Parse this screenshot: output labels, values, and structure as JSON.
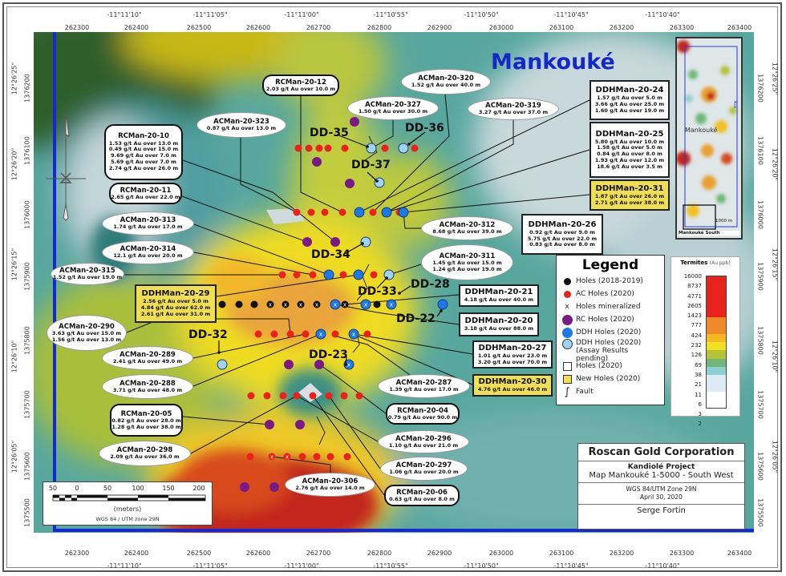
{
  "map_title": "Mankouké",
  "axes": {
    "top_dms": [
      "-11°11'10\"",
      "-11°11'05\"",
      "-11°11'00\"",
      "-11°10'55\"",
      "-11°10'50\"",
      "-11°10'45\"",
      "-11°10'40\""
    ],
    "easting": [
      "262300",
      "262400",
      "262500",
      "262600",
      "262700",
      "262800",
      "262900",
      "263000",
      "263100",
      "263200",
      "263300",
      "263400"
    ],
    "northing": [
      "1376200",
      "1376100",
      "1376000",
      "1375900",
      "1375800",
      "1375700",
      "1375600",
      "1375500"
    ],
    "lat_dms": [
      "12°26'25\"",
      "12°26'20\"",
      "12°26'15\"",
      "12°26'10\"",
      "12°26'05\""
    ]
  },
  "callouts": [
    {
      "title": "RCMan-20-12",
      "lines": [
        "2.03 g/t Au over 10.0 m"
      ],
      "style": "rounded"
    },
    {
      "title": "ACMan-20-320",
      "lines": [
        "1.52 g/t Au over 40.0 m"
      ],
      "style": "ellipse"
    },
    {
      "title": "ACMan-20-327",
      "lines": [
        "1.50 g/t Au over 30.0 m"
      ],
      "style": "ellipse"
    },
    {
      "title": "ACMan-20-319",
      "lines": [
        "3.27 g/t Au over 37.0 m"
      ],
      "style": "ellipse"
    },
    {
      "title": "ACMan-20-323",
      "lines": [
        "0.87 g/t Au over 13.0 m"
      ],
      "style": "ellipse"
    },
    {
      "title": "RCMan-20-10",
      "lines": [
        "1.53 g/t Au over 13.0 m",
        "0.49 g/t Au over 15.0 m",
        "9.69 g/t Au over 7.0 m",
        "5.69 g/t Au over 7.0 m",
        "2.74 g/t Au over 26.0 m"
      ],
      "style": "rounded"
    },
    {
      "title": "RCMan-20-11",
      "lines": [
        "2.65 g/t Au over 22.0 m"
      ],
      "style": "rounded"
    },
    {
      "title": "ACMan-20-313",
      "lines": [
        "1.74 g/t Au over 17.0 m"
      ],
      "style": "ellipse"
    },
    {
      "title": "ACMan-20-314",
      "lines": [
        "12.1 g/t Au over 20.0 m"
      ],
      "style": "ellipse"
    },
    {
      "title": "ACMan-20-315",
      "lines": [
        "1.52 g/t Au over 19.0 m"
      ],
      "style": "ellipse"
    },
    {
      "title": "DDHMan-20-29",
      "lines": [
        "2.56 g/t Au over 5.0 m",
        "4.84 g/t Au over 62.0 m",
        "2.61 g/t Au over 31.0 m"
      ],
      "style": "rect-yellow"
    },
    {
      "title": "ACMan-20-290",
      "lines": [
        "3.63 g/t Au over 15.0 m",
        "1.56 g/t Au over 13.0 m"
      ],
      "style": "ellipse"
    },
    {
      "title": "ACMan-20-289",
      "lines": [
        "2.41 g/t Au over 49.0 m"
      ],
      "style": "ellipse"
    },
    {
      "title": "ACMan-20-288",
      "lines": [
        "3.71 g/t Au over 48.0 m"
      ],
      "style": "ellipse"
    },
    {
      "title": "RCMan-20-05",
      "lines": [
        "0.82 g/t Au over 28.0 m",
        "1.28 g/t Au over 38.0 m"
      ],
      "style": "rounded"
    },
    {
      "title": "ACMan-20-298",
      "lines": [
        "2.09 g/t Au over 36.0 m"
      ],
      "style": "ellipse"
    },
    {
      "title": "ACMan-20-306",
      "lines": [
        "2.76 g/t Au over 14.0 m"
      ],
      "style": "ellipse"
    },
    {
      "title": "ACMan-20-312",
      "lines": [
        "8.68 g/t Au over 39.0 m"
      ],
      "style": "ellipse"
    },
    {
      "title": "ACMan-20-311",
      "lines": [
        "1.45 g/t Au over 15.0 m",
        "1.24 g/t Au over 19.0 m"
      ],
      "style": "ellipse"
    },
    {
      "title": "DDHMan-20-24",
      "lines": [
        "1.57 g/t Au over 5.0 m",
        "3.66 g/t Au over 25.0 m",
        "1.60 g/t Au over 19.0 m"
      ],
      "style": "rect"
    },
    {
      "title": "DDHMan-20-25",
      "lines": [
        "5.80 g/t Au over 10.0 m",
        "1.58 g/t Au over 5.0 m",
        "0.84 g/t Au over 8.0 m",
        "1.93 g/t Au over 12.0 m",
        "18.6 g/t Au over 3.5 m"
      ],
      "style": "rect"
    },
    {
      "title": "DDHMan-20-31",
      "lines": [
        "1.87 g/t Au over 26.0 m",
        "2.71 g/t Au over 38.0 m"
      ],
      "style": "rect-yellow"
    },
    {
      "title": "DDHMan-20-26",
      "lines": [
        "0.92 g/t Au over 9.0 m",
        "5.75 g/t Au over 22.0 m",
        "0.83 g/t Au over 8.0 m"
      ],
      "style": "rect"
    },
    {
      "title": "DDHMan-20-21",
      "lines": [
        "4.18 g/t Au over 40.0 m"
      ],
      "style": "rect"
    },
    {
      "title": "DDHMan-20-20",
      "lines": [
        "3.18 g/t Au over 88.0 m"
      ],
      "style": "rect"
    },
    {
      "title": "DDHMan-20-27",
      "lines": [
        "1.01 g/t Au over 23.0 m",
        "3.20 g/t Au over 70.0 m"
      ],
      "style": "rect"
    },
    {
      "title": "DDHMan-20-30",
      "lines": [
        "4.76 g/t Au over 46.0 m"
      ],
      "style": "rect-yellow"
    },
    {
      "title": "ACMan-20-287",
      "lines": [
        "1.39 g/t Au over 17.0 m"
      ],
      "style": "ellipse"
    },
    {
      "title": "RCMan-20-04",
      "lines": [
        "0.79 g/t Au over 90.0 m"
      ],
      "style": "rounded"
    },
    {
      "title": "ACMan-20-296",
      "lines": [
        "1.10 g/t Au over 21.0 m"
      ],
      "style": "ellipse"
    },
    {
      "title": "ACMan-20-297",
      "lines": [
        "1.06 g/t Au over 20.0 m"
      ],
      "style": "ellipse"
    },
    {
      "title": "RCMan-20-06",
      "lines": [
        "0.63 g/t Au over 8.0 m"
      ],
      "style": "rounded"
    }
  ],
  "dd_labels": [
    "DD-35",
    "DD-36",
    "DD-37",
    "DD-34",
    "DD-33",
    "DD-28",
    "DD-22",
    "DD-32",
    "DD-23"
  ],
  "legend": {
    "title": "Legend",
    "items": [
      {
        "label": "Holes (2018-2019)",
        "symbol": "black-dot"
      },
      {
        "label": "AC Holes (2020)",
        "symbol": "red-dot"
      },
      {
        "label": "Holes mineralized",
        "symbol": "x"
      },
      {
        "label": "RC Holes (2020)",
        "symbol": "purple-dot"
      },
      {
        "label": "DDH Holes (2020)",
        "symbol": "blue-dot"
      },
      {
        "label": "DDH Holes (2020)",
        "sublabel": "(Assay Results pending)",
        "symbol": "lightblue-dot"
      },
      {
        "label": "Holes (2020)",
        "symbol": "white-square"
      },
      {
        "label": "New Holes (2020)",
        "symbol": "yellow-square"
      },
      {
        "label": "Fault",
        "symbol": "fault-line"
      }
    ],
    "colors": {
      "black": "#111111",
      "red": "#e8231c",
      "purple": "#7a1a86",
      "blue": "#1e78e6",
      "lightblue": "#9fd3f5",
      "yellow": "#f0de55"
    }
  },
  "color_scale": {
    "title": "Termites",
    "unit": "(Au ppb)",
    "labels": [
      "16000",
      "8737",
      "4771",
      "2605",
      "1423",
      "777",
      "424",
      "232",
      "126",
      "69",
      "38",
      "21",
      "11",
      "6",
      "3",
      "2"
    ],
    "bands": [
      "#e8231c",
      "#e8231c",
      "#e8231c",
      "#e8231c",
      "#e8231c",
      "#f08a28",
      "#f08a28",
      "#f5b820",
      "#f2e021",
      "#b6c23a",
      "#6fb87a",
      "#8ecfd0",
      "#dcecf4",
      "#dcecf4",
      "#ffffff",
      "#ffffff"
    ]
  },
  "title_block": {
    "company": "Roscan Gold Corporation",
    "project": "Kandiolé Project",
    "map_name": "Map Mankouké 1-5000 - South West",
    "datum": "WGS 84/UTM Zone 29N",
    "date": "April 30, 2020",
    "author": "Serge Fortin"
  },
  "scale_bar": {
    "ticks": [
      "50",
      "0",
      "50",
      "100",
      "150",
      "200"
    ],
    "unit": "(meters)",
    "datum": "WGS 84 / UTM zone 29N"
  },
  "inset": {
    "label": "Mankouké",
    "sublabel": "Mankouké South",
    "scale": "1000 m",
    "side_label": "Malé"
  }
}
